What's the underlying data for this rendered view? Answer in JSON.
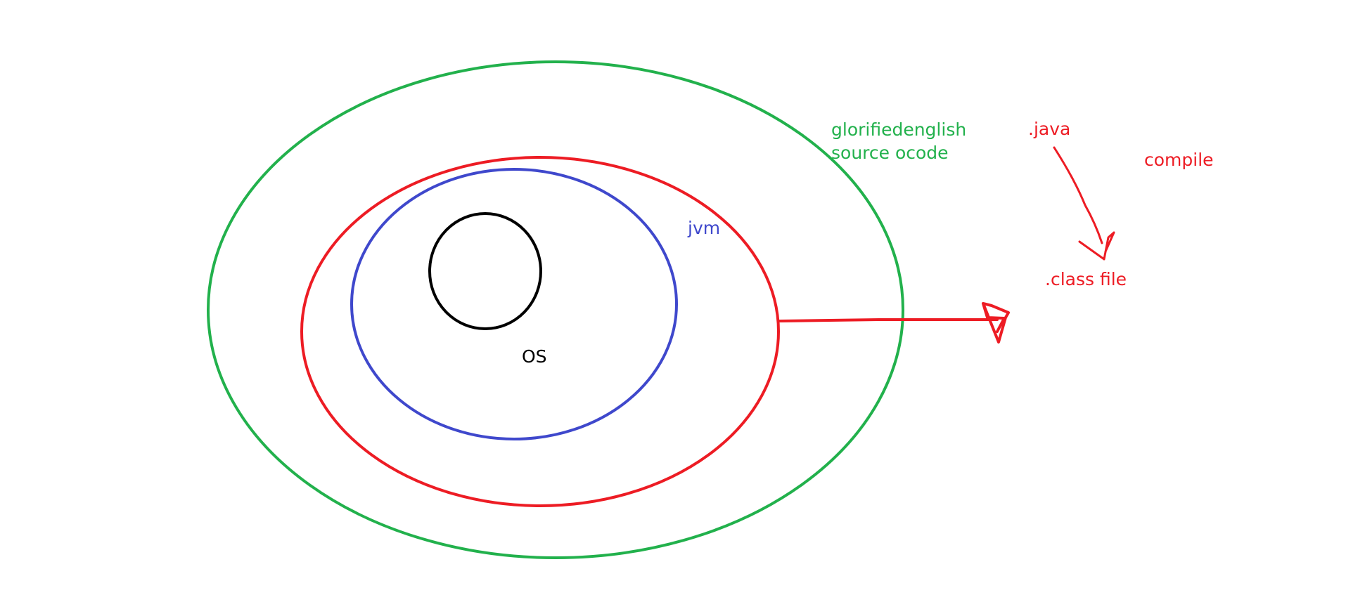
{
  "colors": {
    "green": "#22b14c",
    "red": "#ed1c24",
    "blue": "#3f48cc",
    "black": "#000000"
  },
  "labels": {
    "source_line1": "glorifiedenglish",
    "source_line2": "source ocode",
    "java": ".java",
    "compile": "compile",
    "class_file": ".class file",
    "jvm": "jvm",
    "os": "OS"
  }
}
